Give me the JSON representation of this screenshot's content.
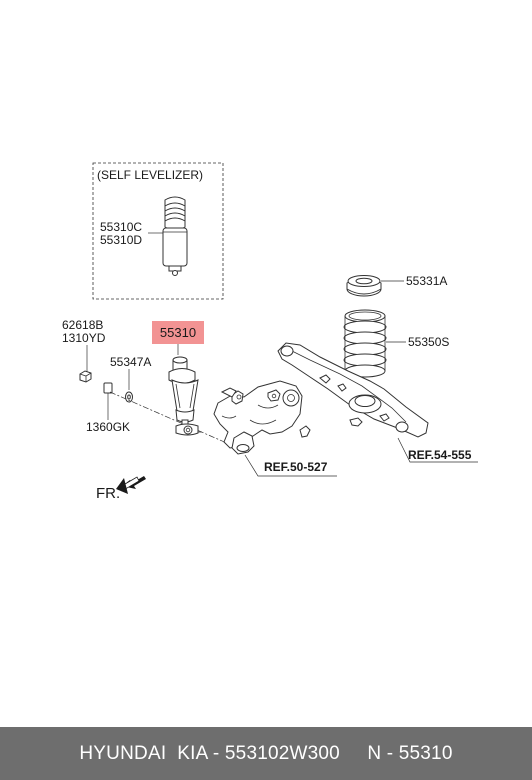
{
  "diagram": {
    "self_leveler_title": "(SELF LEVELIZER)",
    "labels": {
      "p55310c": "55310C",
      "p55310d": "55310D",
      "p55331a": "55331A",
      "p62618b": "62618B",
      "p1310yd": "1310YD",
      "p55310": "55310",
      "p55347a": "55347A",
      "p55350s": "55350S",
      "p1360gk": "1360GK",
      "ref_50_527": "REF.50-527",
      "ref_54_555": "REF.54-555",
      "front": "FR."
    },
    "highlight_color": "#f08080"
  },
  "footer": {
    "text": "HYUNDAI  KIA - 553102W300     N - 55310"
  }
}
